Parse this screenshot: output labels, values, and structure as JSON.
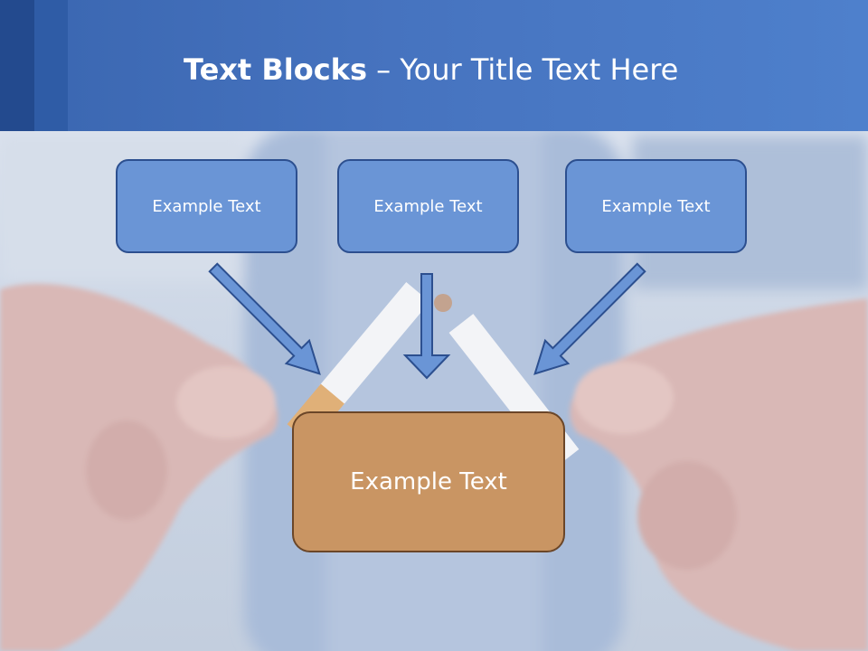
{
  "header": {
    "title_bold": "Text Blocks",
    "title_rest": " – Your Title Text Here"
  },
  "boxes": {
    "left": "Example Text",
    "center": "Example Text",
    "right": "Example Text",
    "bottom": "Example Text"
  },
  "colors": {
    "header_blue": "#4673bf",
    "box_blue": "#6a95d6",
    "box_orange": "#c99563",
    "arrow_blue": "#6a95d6"
  },
  "background_image": "blurred photo of two hands breaking a cigarette in half"
}
